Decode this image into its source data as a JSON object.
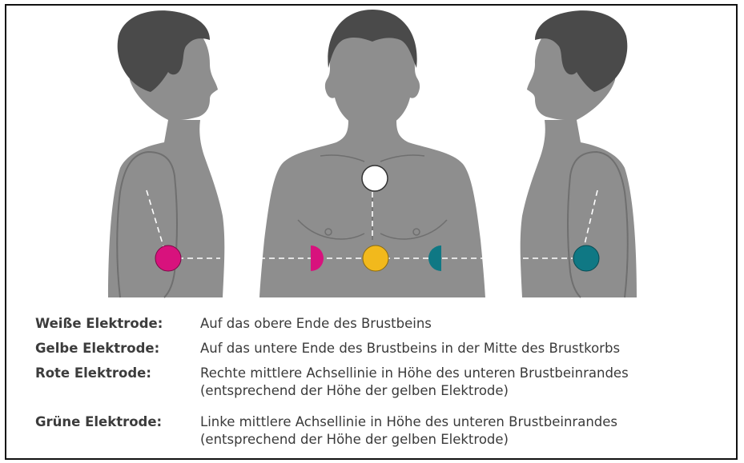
{
  "legend": [
    {
      "label": "Weiße Elektrode:",
      "description": "Auf das obere Ende des Brustbeins"
    },
    {
      "label": "Gelbe Elektrode:",
      "description": "Auf das untere Ende des Brustbeins in der Mitte des Brustkorbs"
    },
    {
      "label": "Rote Elektrode:",
      "description": "Rechte mittlere Achsellinie in Höhe des unteren Brustbeinrandes\n(entsprechend der Höhe der gelben Elektrode)"
    },
    {
      "label": "Grüne Elektrode:",
      "description": "Linke mittlere Achsellinie in Höhe des unteren Brustbeinrandes\n(entsprechend der Höhe der gelben Elektrode)"
    }
  ],
  "colors": {
    "white_electrode": "#ffffff",
    "yellow_electrode": "#f2b91c",
    "red_electrode": "#d8127d",
    "green_electrode": "#0f7884",
    "body": "#8e8e8e",
    "hair": "#4a4a4a"
  }
}
